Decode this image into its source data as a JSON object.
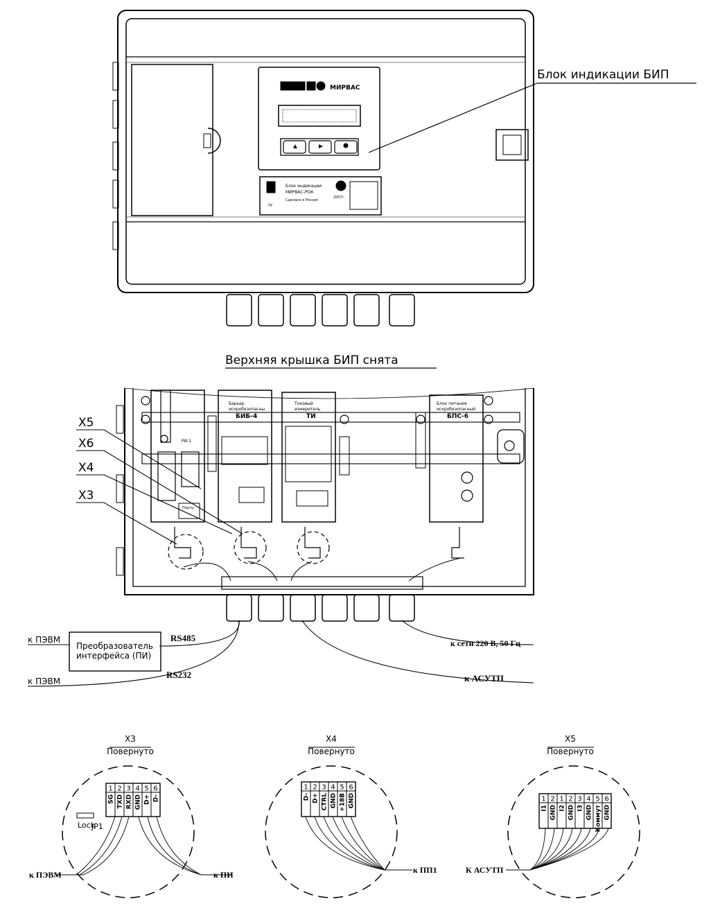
{
  "top": {
    "label_display": "Блок индикации БИП",
    "brand": "МИРВАС",
    "plate_line1": "Блок индикации",
    "plate_line2": "МИРВАС-РОК",
    "plate_line3": "Сделано в Россия",
    "plate_line4": "ТУ",
    "plate_year": "2007г."
  },
  "middle": {
    "title": "Верхняя крышка БИП снята",
    "callouts": [
      "X5",
      "X6",
      "X4",
      "X3"
    ],
    "module2_title_a": "Барьер",
    "module2_title_b": "искробезопасны",
    "module2_code": "БИБ-4",
    "module3_title_a": "Токовый",
    "module3_title_b": "измеритель",
    "module3_code": "ТИ",
    "module4_title_a": "Блок питания",
    "module4_title_b": "искробезопасный",
    "module4_code": "БПС-6",
    "module1_tag": "РИ-1",
    "module1_note": "Порты",
    "label_pc1": "к ПЭВМ",
    "label_pc2": "к ПЭВМ",
    "converter_line1": "Преобразователь",
    "converter_line2": "интерфейса (ПИ)",
    "label_rs485": "RS485",
    "label_rs232": "RS232",
    "label_mains": "к сети 220 В, 50 Гц",
    "label_asutp": "к АСУТП"
  },
  "bottom": {
    "x3": {
      "title": "X3",
      "subtitle": "Повернуто",
      "pins": [
        "1",
        "2",
        "3",
        "4",
        "5",
        "6"
      ],
      "signals": [
        "SG",
        "TXD",
        "RXD",
        "GND",
        "D+",
        "D-"
      ],
      "lock": "Lock",
      "jumper": "JP1",
      "left_label": "к ПЭВМ",
      "right_label": "к ПИ"
    },
    "x4": {
      "title": "X4",
      "subtitle": "Повернуто",
      "pins": [
        "1",
        "2",
        "3",
        "4",
        "5",
        "6"
      ],
      "signals": [
        "D-",
        "D+",
        "CTRL",
        "GND",
        "+18В",
        "GND"
      ],
      "right_label": "к ПП1"
    },
    "x5": {
      "title": "X5",
      "subtitle": "Повернуто",
      "pins": [
        "1",
        "2",
        "1",
        "2",
        "3",
        "4",
        "5",
        "6"
      ],
      "signals": [
        "I1",
        "GND",
        "I2",
        "GND",
        "I3",
        "GND",
        "Коммут",
        "GND"
      ],
      "left_label": "К АСУТП"
    }
  }
}
